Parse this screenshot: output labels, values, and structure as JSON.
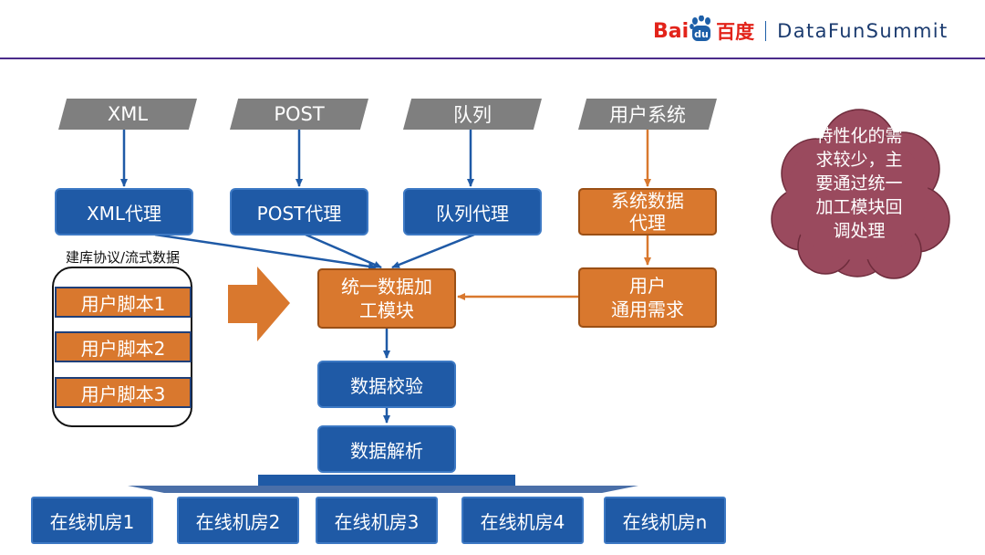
{
  "header": {
    "logo_bai": "Bai",
    "logo_du": "du",
    "logo_cn": "百度",
    "brand": "DataFunSummit"
  },
  "sources": [
    "XML",
    "POST",
    "队列",
    "用户系统"
  ],
  "proxies": [
    "XML代理",
    "POST代理",
    "队列代理"
  ],
  "system_proxy": [
    "系统数据",
    "代理"
  ],
  "user_needs": [
    "用户",
    "通用需求"
  ],
  "group": {
    "title": "建库协议/流式数据",
    "scripts": [
      "用户脚本1",
      "用户脚本2",
      "用户脚本3"
    ]
  },
  "unified": [
    "统一数据加",
    "工模块"
  ],
  "validate": "数据校验",
  "parse": "数据解析",
  "datacenters": [
    "在线机房1",
    "在线机房2",
    "在线机房3",
    "在线机房4",
    "在线机房n"
  ],
  "note": [
    "特性化的需",
    "求较少，主",
    "要通过统一",
    "加工模块回",
    "调处理"
  ],
  "colors": {
    "blue": "#1f5aa6",
    "orange": "#d9782e",
    "gray": "#7f7f7f",
    "cloud": "#9a4a5e",
    "brand_red": "#e2231a",
    "header_line": "#4a2b8a"
  }
}
